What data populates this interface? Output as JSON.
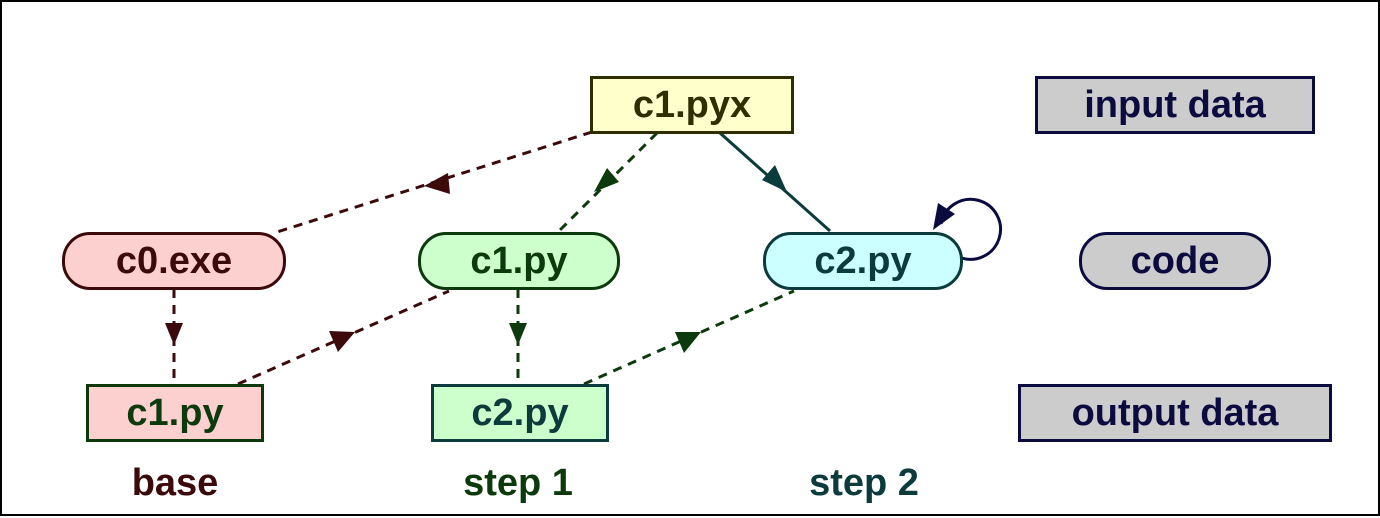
{
  "nodes": {
    "c1_pyx": "c1.pyx",
    "c0_exe": "c0.exe",
    "c1_py_code": "c1.py",
    "c2_py_code": "c2.py",
    "c1_py_out": "c1.py",
    "c2_py_out": "c2.py"
  },
  "legend": {
    "input": "input data",
    "code": "code",
    "output": "output data"
  },
  "columns": {
    "base": "base",
    "step1": "step 1",
    "step2": "step 2"
  },
  "colors": {
    "base": "#3c0a0a",
    "step1": "#0c3a0c",
    "step2": "#0b3b3b",
    "legend": "#0b0b40",
    "rose_fill": "#fdd0d0",
    "green_fill": "#ccffcc",
    "cyan_fill": "#ccffff",
    "yellow_fill": "#ffffcc",
    "gray_fill": "#cccccc"
  }
}
